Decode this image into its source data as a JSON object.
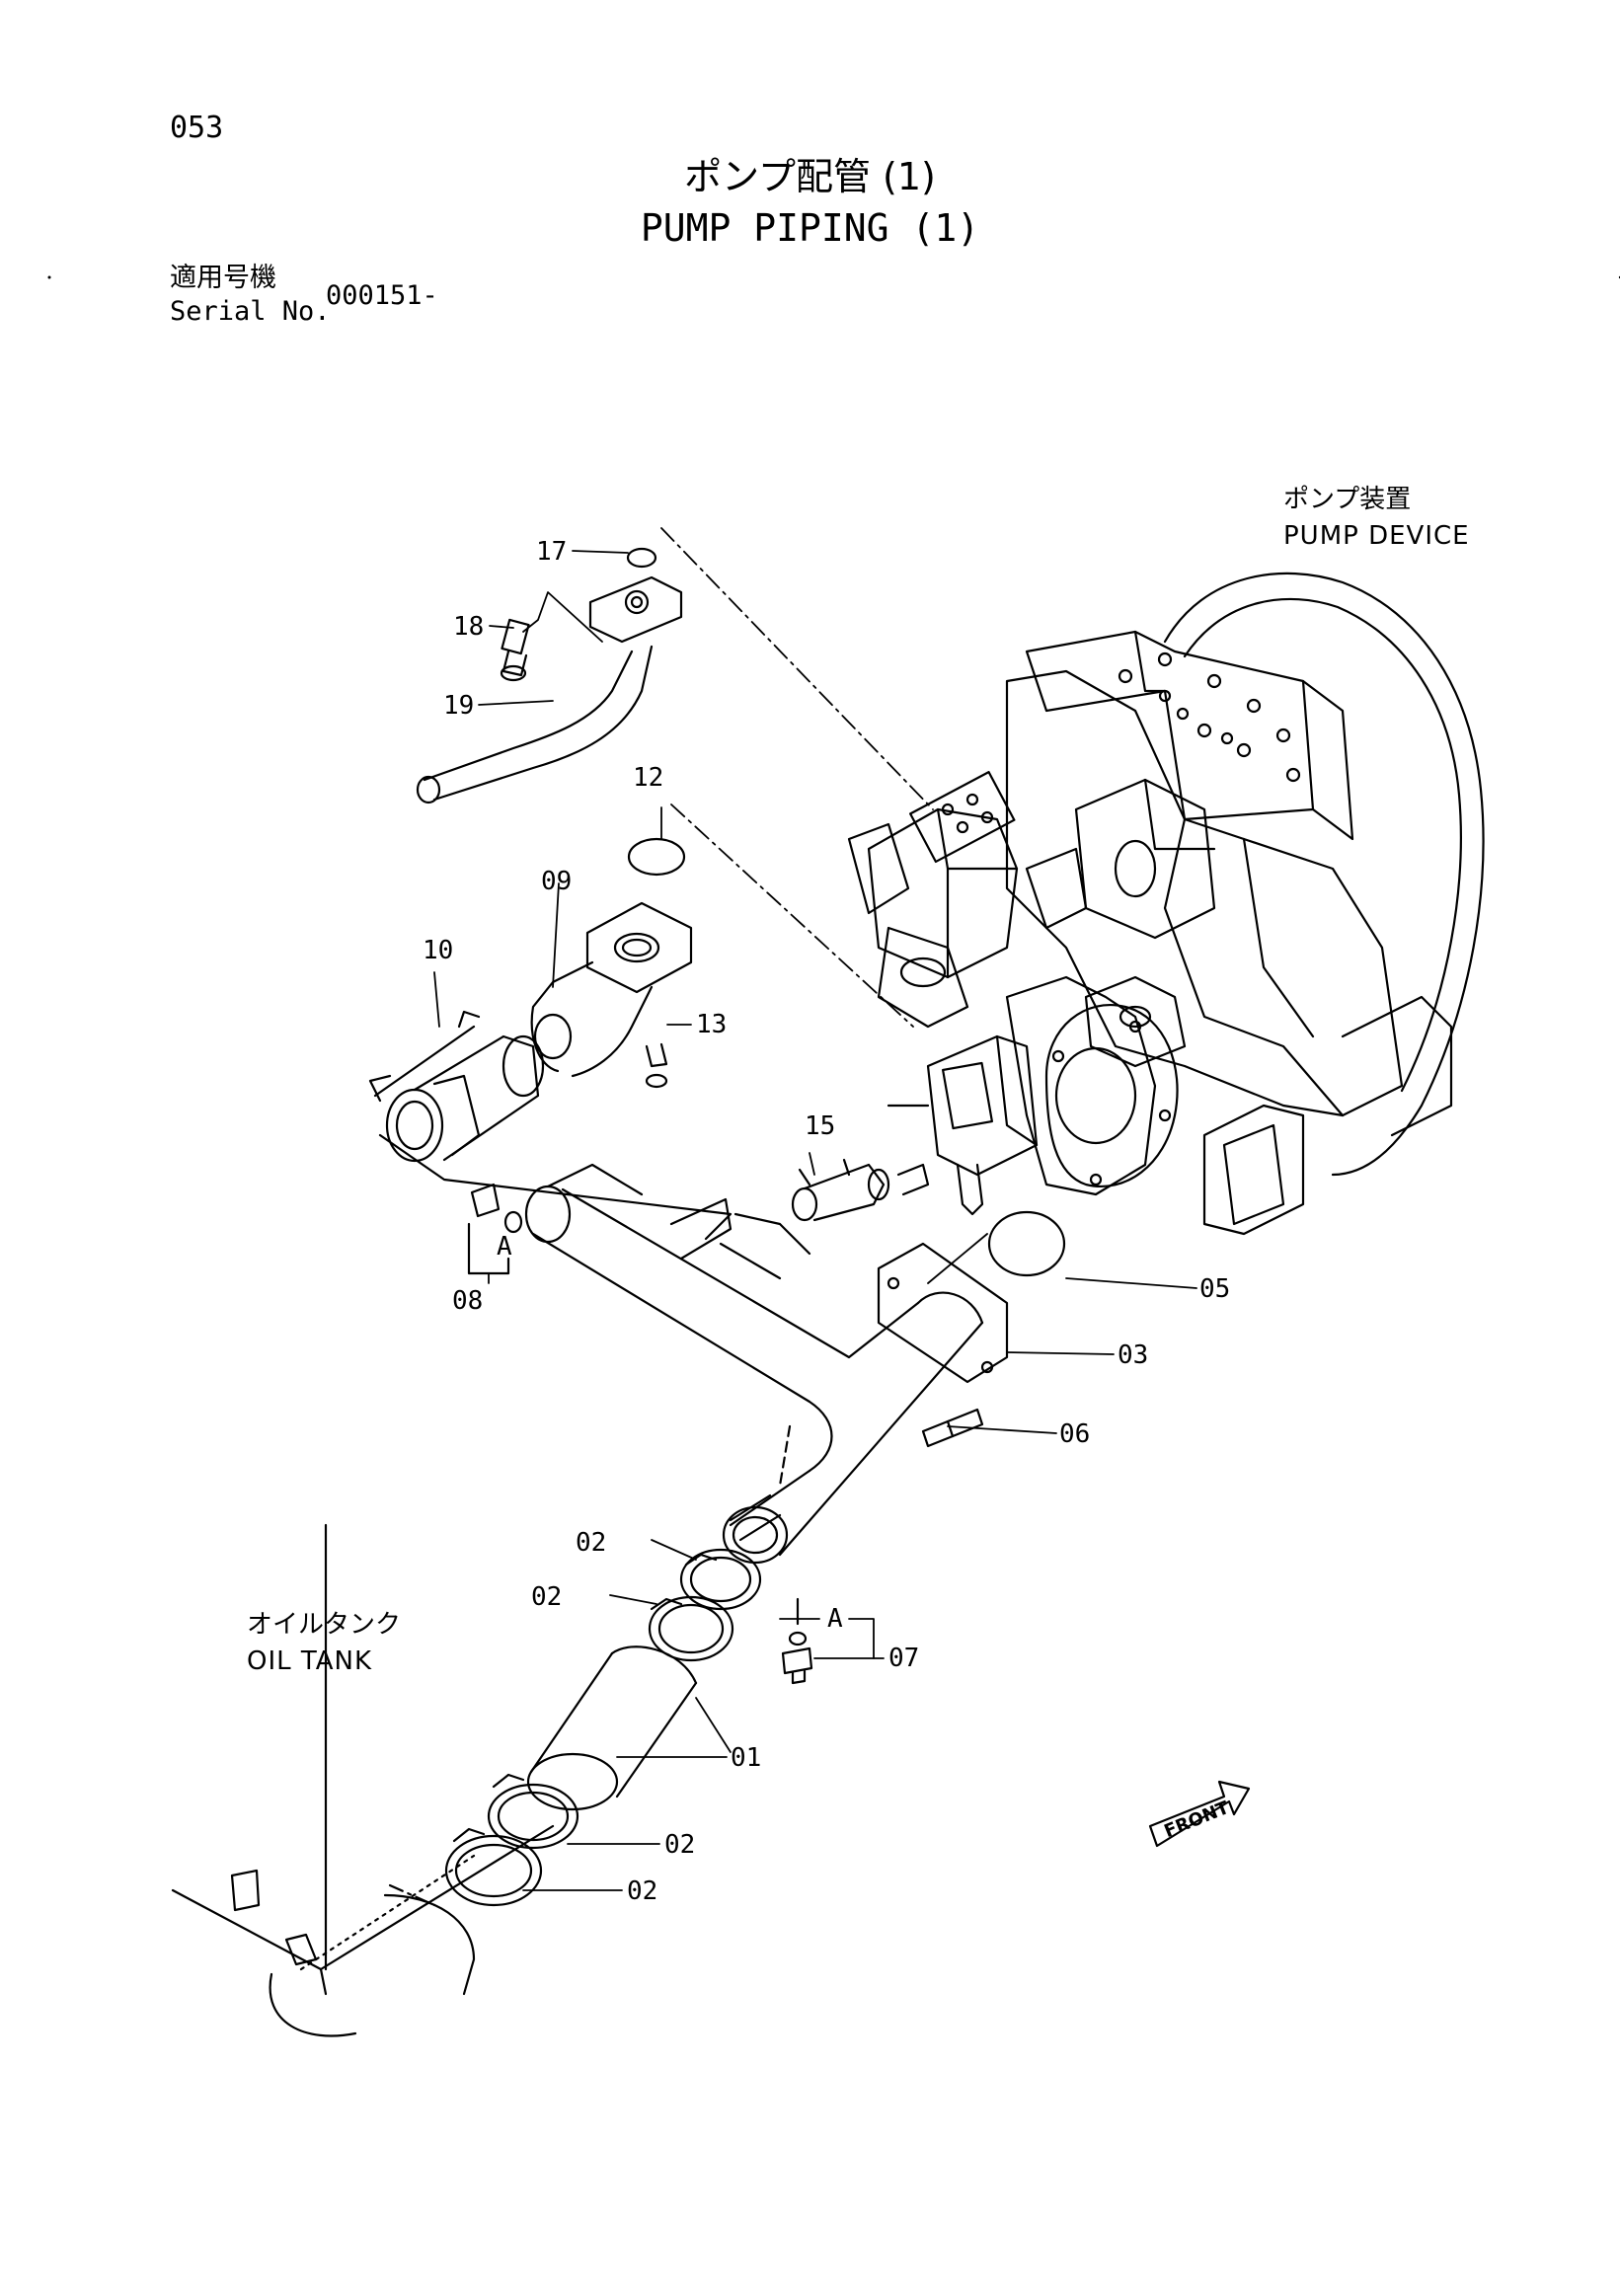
{
  "page": {
    "number": "053"
  },
  "title": {
    "jp": "ポンプ配管 (1)",
    "en": "PUMP PIPING (1)"
  },
  "serial": {
    "label_jp": "適用号機",
    "label_en": "Serial No.",
    "value": "000151-"
  },
  "labels": {
    "pump_device_jp": "ポンプ装置",
    "pump_device_en": "PUMP DEVICE",
    "oil_tank_jp": "オイルタンク",
    "oil_tank_en": "OIL TANK",
    "front": "FRONT",
    "detail_a": "A"
  },
  "callouts": {
    "c01": "01",
    "c02a": "02",
    "c02b": "02",
    "c02c": "02",
    "c02d": "02",
    "c03": "03",
    "c05": "05",
    "c06": "06",
    "c07": "07",
    "c08": "08",
    "c09": "09",
    "c10": "10",
    "c12": "12",
    "c13": "13",
    "c15": "15",
    "c17": "17",
    "c18": "18",
    "c19": "19"
  }
}
